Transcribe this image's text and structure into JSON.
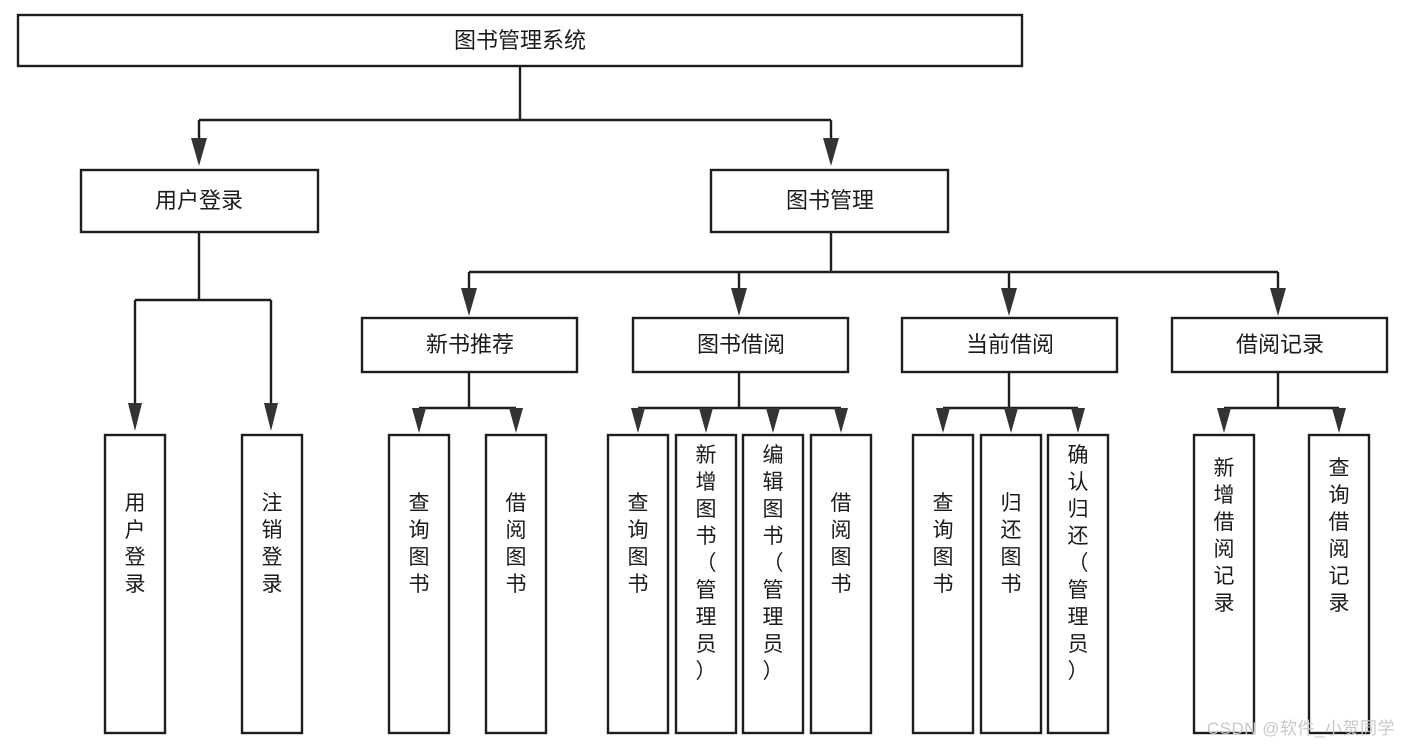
{
  "diagram": {
    "type": "tree-hierarchy-chart",
    "title_node": {
      "label": "图书管理系统"
    },
    "colors": {
      "box_fill": "#ffffff",
      "box_stroke": "#1d1d1d",
      "text": "#1b1b1b",
      "arrow": "#333333",
      "watermark": "#c8c8c8",
      "background": "#ffffff"
    },
    "level1": [
      {
        "label": "用户登录"
      },
      {
        "label": "图书管理"
      }
    ],
    "level2": [
      {
        "label": "新书推荐"
      },
      {
        "label": "图书借阅"
      },
      {
        "label": "当前借阅"
      },
      {
        "label": "借阅记录"
      }
    ],
    "leaves": {
      "user_login": [
        {
          "label": "用户登录"
        },
        {
          "label": "注销登录"
        }
      ],
      "new_book_recommend": [
        {
          "label": "查询图书"
        },
        {
          "label": "借阅图书"
        }
      ],
      "book_borrow": [
        {
          "label": "查询图书"
        },
        {
          "label": "新增图书（管理员）"
        },
        {
          "label": "编辑图书（管理员）"
        },
        {
          "label": "借阅图书"
        }
      ],
      "current_borrow": [
        {
          "label": "查询图书"
        },
        {
          "label": "归还图书"
        },
        {
          "label": "确认归还（管理员）"
        }
      ],
      "borrow_record": [
        {
          "label": "新增借阅记录"
        },
        {
          "label": "查询借阅记录"
        }
      ]
    }
  },
  "watermark": {
    "text": "CSDN @软件_小贺同学"
  }
}
